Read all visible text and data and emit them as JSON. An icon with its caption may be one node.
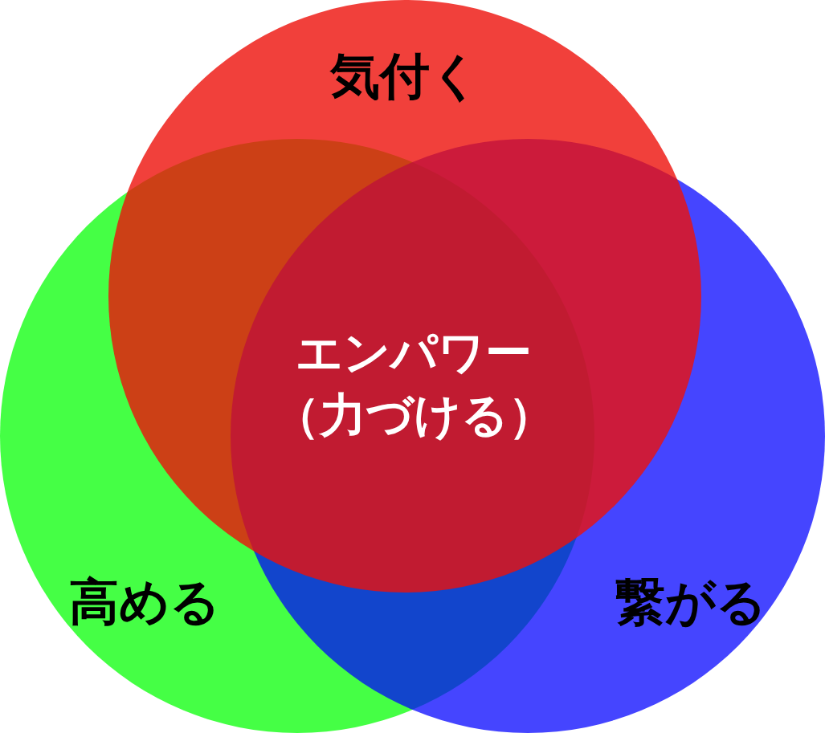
{
  "diagram": {
    "nodes": [
      {
        "text": [
          "気付く"
        ]
      },
      {
        "text": [
          "高める"
        ]
      },
      {
        "text": [
          "繋がる"
        ]
      }
    ],
    "edges": [],
    "labels": [
      "エンパワー（力づける）"
    ]
  }
}
